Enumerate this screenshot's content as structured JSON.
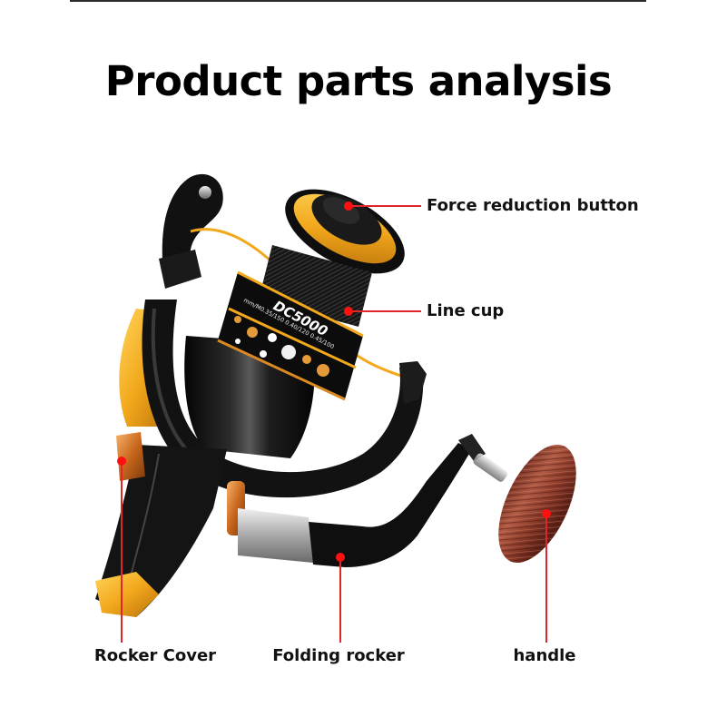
{
  "page": {
    "title": "Product parts analysis"
  },
  "product": {
    "model_text": "DC5000",
    "line_capacity_text": "mm/M0.35/150 0.40/120 0.45/100"
  },
  "callouts": [
    {
      "id": "force-reduction-button",
      "label": "Force reduction button"
    },
    {
      "id": "line-cup",
      "label": "Line cup"
    },
    {
      "id": "rocker-cover",
      "label": "Rocker Cover"
    },
    {
      "id": "folding-rocker",
      "label": "Folding rocker"
    },
    {
      "id": "handle",
      "label": "handle"
    }
  ],
  "colors": {
    "accent_gold": "#f2a81c",
    "body_black": "#141414",
    "leader_red": "#e0262b",
    "wood_handle": "#8a3a2a"
  }
}
